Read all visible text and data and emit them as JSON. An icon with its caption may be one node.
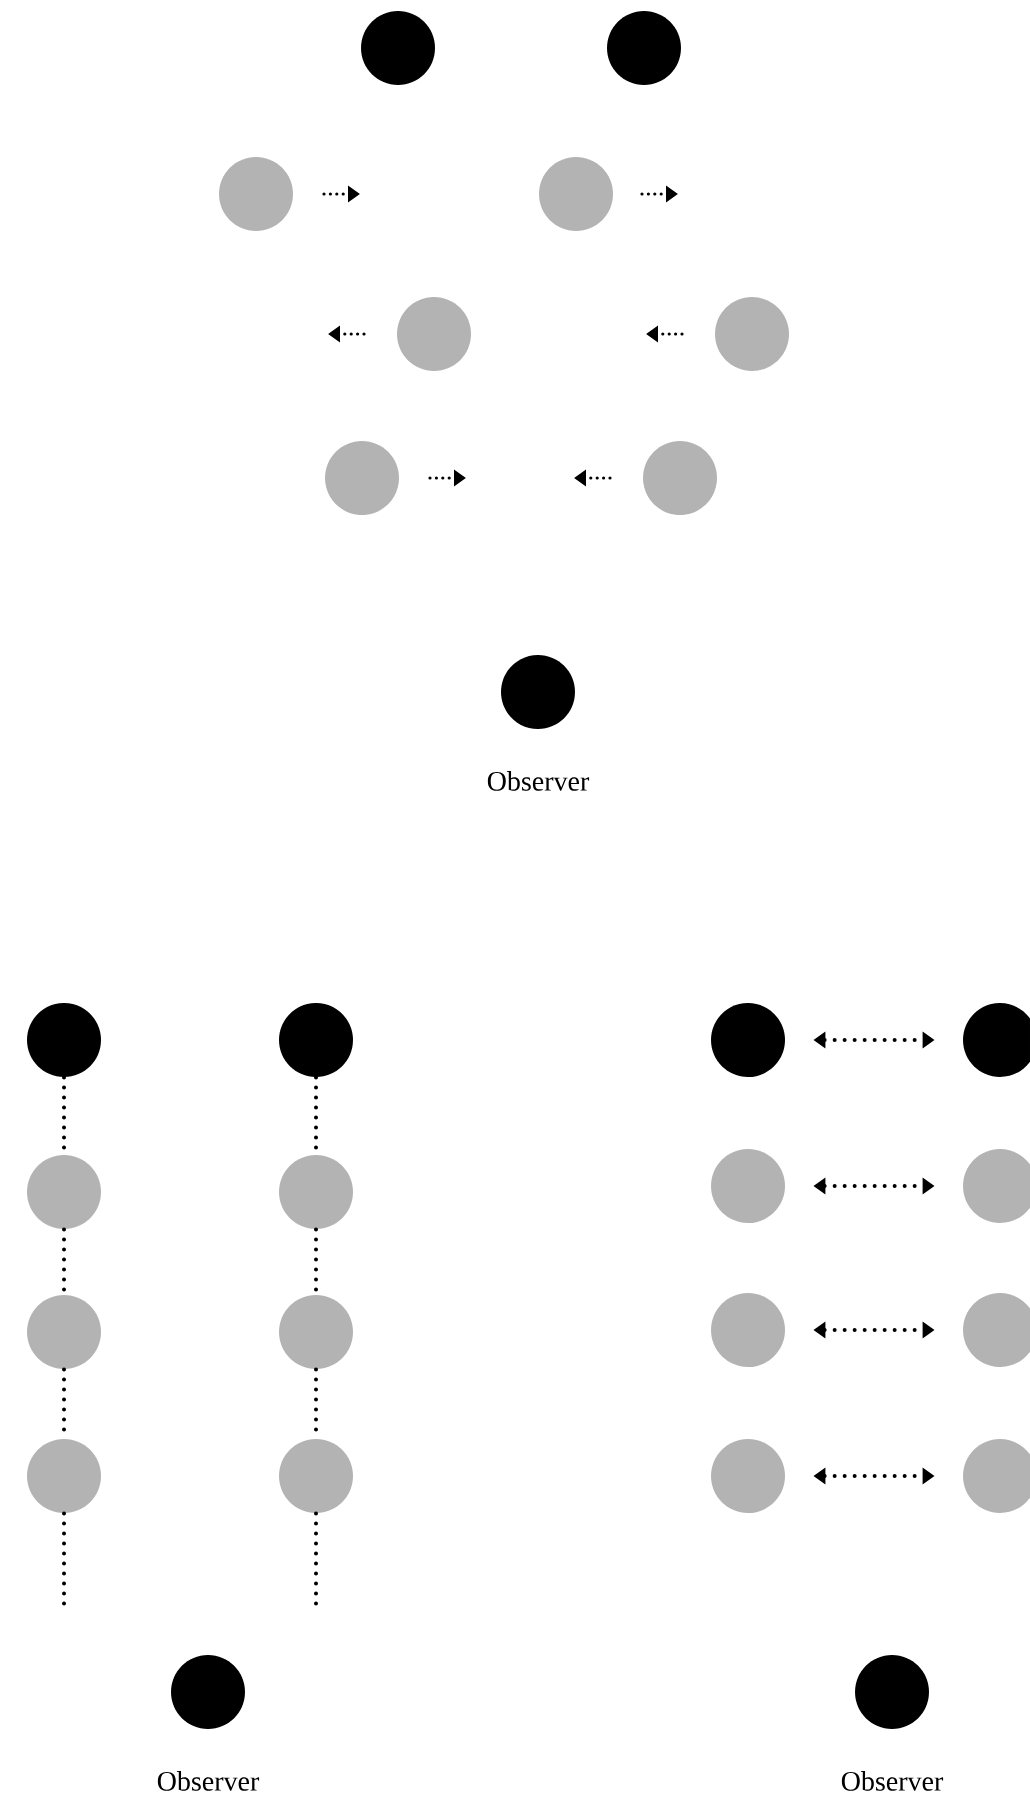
{
  "diagram": {
    "nodes": [
      {
        "text": [],
        "shape": "circle"
      },
      {
        "text": [],
        "shape": "circle"
      },
      {
        "text": [],
        "shape": "circle"
      },
      {
        "text": [],
        "shape": "circle"
      },
      {
        "text": [],
        "shape": "circle"
      },
      {
        "text": [],
        "shape": "circle"
      },
      {
        "text": [],
        "shape": "circle"
      },
      {
        "text": [],
        "shape": "circle"
      },
      {
        "text": [],
        "shape": "circle",
        "beside": [
          "Observer"
        ]
      },
      {
        "text": [],
        "shape": "circle"
      },
      {
        "text": [],
        "shape": "circle"
      },
      {
        "text": [],
        "shape": "circle"
      },
      {
        "text": [],
        "shape": "circle"
      },
      {
        "text": [],
        "shape": "circle"
      },
      {
        "text": [],
        "shape": "circle"
      },
      {
        "text": [],
        "shape": "circle"
      },
      {
        "text": [],
        "shape": "circle"
      },
      {
        "text": [],
        "shape": "circle"
      },
      {
        "text": [],
        "shape": "circle"
      },
      {
        "text": [],
        "shape": "circle"
      },
      {
        "text": [],
        "shape": "circle"
      },
      {
        "text": [],
        "shape": "circle"
      },
      {
        "text": [],
        "shape": "circle"
      },
      {
        "text": [],
        "shape": "circle"
      },
      {
        "text": [],
        "shape": "circle"
      },
      {
        "text": [],
        "shape": "circle",
        "beside": [
          "Observer"
        ]
      },
      {
        "text": [],
        "shape": "circle",
        "beside": [
          "Observer"
        ]
      }
    ],
    "edges": [
      {
        "from": 9,
        "to": 13,
        "arrow": "none",
        "style": "dashed"
      },
      {
        "from": 13,
        "to": 17,
        "arrow": "none",
        "style": "dashed"
      },
      {
        "from": 17,
        "to": 21,
        "arrow": "none",
        "style": "dashed"
      },
      {
        "from": 21,
        "to": null,
        "arrow": "none",
        "style": "dashed"
      },
      {
        "from": 10,
        "to": 14,
        "arrow": "none",
        "style": "dashed"
      },
      {
        "from": 14,
        "to": 18,
        "arrow": "none",
        "style": "dashed"
      },
      {
        "from": 18,
        "to": 22,
        "arrow": "none",
        "style": "dashed"
      },
      {
        "from": 22,
        "to": null,
        "arrow": "none",
        "style": "dashed"
      },
      {
        "from": 11,
        "to": 12,
        "arrow": "both",
        "style": "dashed"
      },
      {
        "from": 15,
        "to": 16,
        "arrow": "both",
        "style": "dashed"
      },
      {
        "from": 19,
        "to": 20,
        "arrow": "both",
        "style": "dashed"
      },
      {
        "from": 23,
        "to": 24,
        "arrow": "both",
        "style": "dashed"
      }
    ]
  }
}
